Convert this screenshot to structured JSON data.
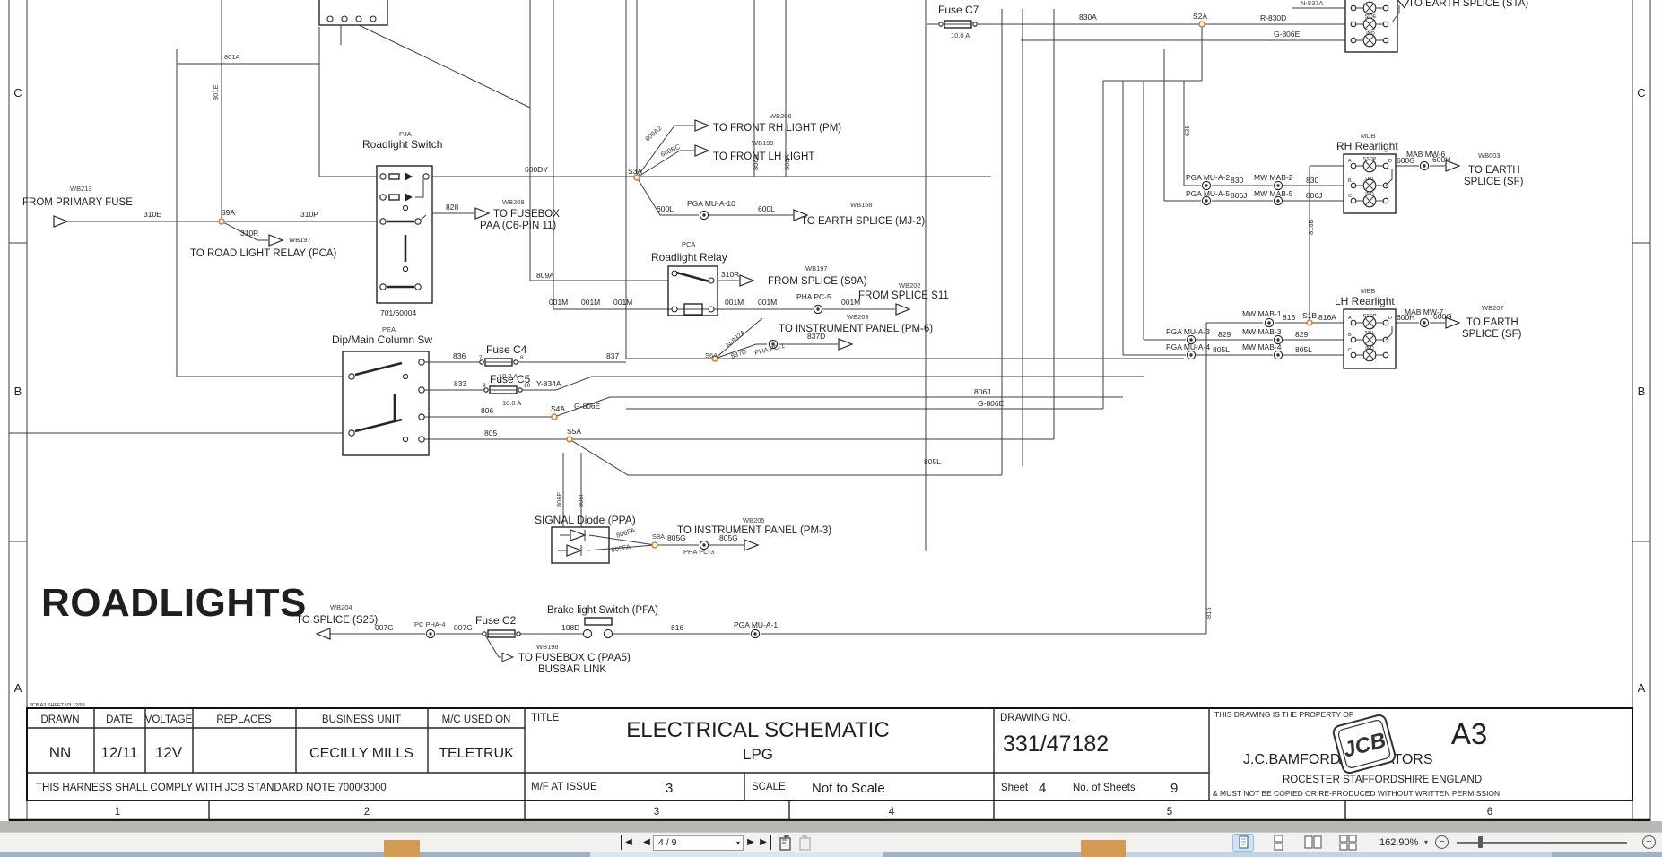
{
  "viewer": {
    "page_display": "4 / 9",
    "zoom_level": "162.90%",
    "icons": {
      "first_page": "◀",
      "prev_page": "◀",
      "next_page": "▶",
      "last_page": "▶",
      "zoom_out": "−",
      "zoom_in": "+",
      "caret": "▾"
    }
  },
  "drawing": {
    "sheet_note": "JCB A3 SHEET V3 12/99",
    "zones": {
      "letters": [
        "C",
        "B",
        "A"
      ],
      "numbers": [
        "1",
        "2",
        "3",
        "4",
        "5",
        "6"
      ]
    },
    "page_title": "ROADLIGHTS",
    "colors": {
      "splice": "#d9822b",
      "wire": "#3c3c3c",
      "toolbar_highlight": "#cfe4f7",
      "taskbar_tan": "#d29a52"
    },
    "labels": {
      "w801a": "801A",
      "w801e": "801E",
      "wb213": "WB213",
      "from_primary_fuse": "FROM PRIMARY FUSE",
      "w310e": "310E",
      "s9a": "S9A",
      "w310p": "310P",
      "w310r": "310R",
      "wb197": "WB197",
      "to_road_light_relay": "TO ROAD LIGHT RELAY (PCA)",
      "pja": "PJA",
      "roadlight_switch": "Roadlight Switch",
      "sw_ref": "701/60004",
      "w828": "828",
      "wb208": "WB208",
      "to_fusebox": "TO FUSEBOX",
      "paa_c6": "PAA (C6-PIN 11)",
      "w600dy": "600DY",
      "w806a": "806A",
      "s3a": "S3A",
      "w600a2": "600A2",
      "w600bc": "600BC",
      "wb206": "WB206",
      "to_front_rh": "TO FRONT RH LIGHT (PM)",
      "wb199": "WB199",
      "to_front_lh": "TO FRONT LH LIGHT",
      "pga_mu_a10": "PGA MU-A-10",
      "w600l": "600L",
      "wb158": "WB158",
      "to_earth_mj2": "TO EARTH SPLICE (MJ-2)",
      "pca": "PCA",
      "roadlight_relay": "Roadlight Relay",
      "w809a": "809A",
      "from_splice_s9a": "FROM SPLICE (S9A)",
      "m001": "001M",
      "pha_pc5": "PHA PC-5",
      "wb202": "WB202",
      "from_splice_s11": "FROM SPLICE S11",
      "wb203": "WB203",
      "to_instr_pm6": "TO INSTRUMENT PANEL (PM-6)",
      "w837d": "837D",
      "pha_pc1": "PHA PC-1",
      "n837a": "N-837A",
      "s6a": "S6A",
      "pea": "PEA",
      "dip_main": "Dip/Main Column Sw",
      "w836": "836",
      "fuse_c4": "Fuse C4",
      "amp10": "10.0 A",
      "w837": "837",
      "w833": "833",
      "fuse_c5": "Fuse C5",
      "y834a": "Y-834A",
      "w806": "806",
      "s4a": "S4A",
      "g806e": "G-806E",
      "w805": "805",
      "s5a": "S5A",
      "w806f": "806F",
      "w805f": "805F",
      "signal_diode": "SIGNAL Diode (PPA)",
      "w806fa": "806FA",
      "w805fa": "805FA",
      "s8a": "S8A",
      "w805g": "805G",
      "pha_pc3": "PHA PC-3",
      "wb205": "WB205",
      "to_instr_pm3": "TO INSTRUMENT PANEL (PM-3)",
      "wb204": "WB204",
      "to_splice_s25": "TO SPLICE (S25)",
      "w007g": "007G",
      "pc_pha4": "PC PHA-4",
      "fuse_c2": "Fuse C2",
      "w108d": "108D",
      "wb198": "WB198",
      "to_fusebox_c": "TO FUSEBOX C (PAA5)",
      "busbar_link": "BUSBAR LINK",
      "brake_switch": "Brake light Switch (PFA)",
      "w816": "816",
      "pga_mu_a1": "PGA MU-A-1",
      "w628": "628",
      "w816b": "816B",
      "pga_mu_a2": "PGA MU-A-2",
      "w830": "830",
      "mw_mab2": "MW MAB-2",
      "pga_mu_a5": "PGA MU-A-5",
      "w806j": "806J",
      "mw_mab5": "MW MAB-5",
      "mdb": "MDB",
      "rh_rearlight": "RH Rearlight",
      "stop": "STOP",
      "tail": "TAIL",
      "ind": "IND",
      "side": "SIDE",
      "w600g": "600G",
      "mab_mw6": "MAB MW-6",
      "w600h": "600H",
      "wb003": "WB003",
      "to_earth": "TO EARTH",
      "splice_sf": "SPLICE (SF)",
      "mw_mab1": "MW MAB-1",
      "s1b": "S1B",
      "w816a": "816A",
      "pga_mu_a3": "PGA MU-A-3",
      "w829": "829",
      "mw_mab3": "MW MAB-3",
      "pga_mu_a4": "PGA MU-A-4",
      "w805l": "805L",
      "mw_mab4": "MW MAB-4",
      "mbb": "MBB",
      "lh_rearlight": "LH Rearlight",
      "mab_mw7": "MAB MW-7",
      "wb207": "WB207",
      "fuse_c7": "Fuse C7",
      "w830a": "830A",
      "s2a": "S2A",
      "r830d": "R-830D",
      "to_earth_sta": "TO EARTH SPLICE (STA)",
      "pin7": "7",
      "pin8": "8",
      "pin9": "9",
      "pin10": "10",
      "pinA": "A",
      "pinB": "B",
      "pinC": "C",
      "pinD": "D"
    },
    "titleblock": {
      "h_drawn": "DRAWN",
      "h_date": "DATE",
      "h_voltage": "VOLTAGE",
      "h_replaces": "REPLACES",
      "h_business": "BUSINESS UNIT",
      "h_mc": "M/C USED ON",
      "h_title": "TITLE",
      "h_drawing_no": "DRAWING NO.",
      "drawn": "NN",
      "date": "12/11",
      "voltage": "12V",
      "business": "CECILLY MILLS",
      "mc": "TELETRUK",
      "title1": "ELECTRICAL SCHEMATIC",
      "title2": "LPG",
      "drawing_no": "331/47182",
      "note": "THIS HARNESS SHALL COMPLY WITH JCB STANDARD NOTE 7000/3000",
      "mf_label": "M/F AT ISSUE",
      "mf": "3",
      "scale_label": "SCALE",
      "scale": "Not to Scale",
      "sheet_label": "Sheet",
      "sheet": "4",
      "sheets_label": "No. of Sheets",
      "sheets": "9",
      "prop1": "THIS DRAWING IS THE PROPERTY OF",
      "company1": "J.C.BAMFORD.",
      "company2": "EXCAVATORS",
      "address": "ROCESTER    STAFFORDSHIRE    ENGLAND",
      "prop2": "& MUST NOT BE COPIED OR RE-PRODUCED WITHOUT WRITTEN PERMISSION",
      "size": "A3",
      "logo": "JCB"
    }
  }
}
